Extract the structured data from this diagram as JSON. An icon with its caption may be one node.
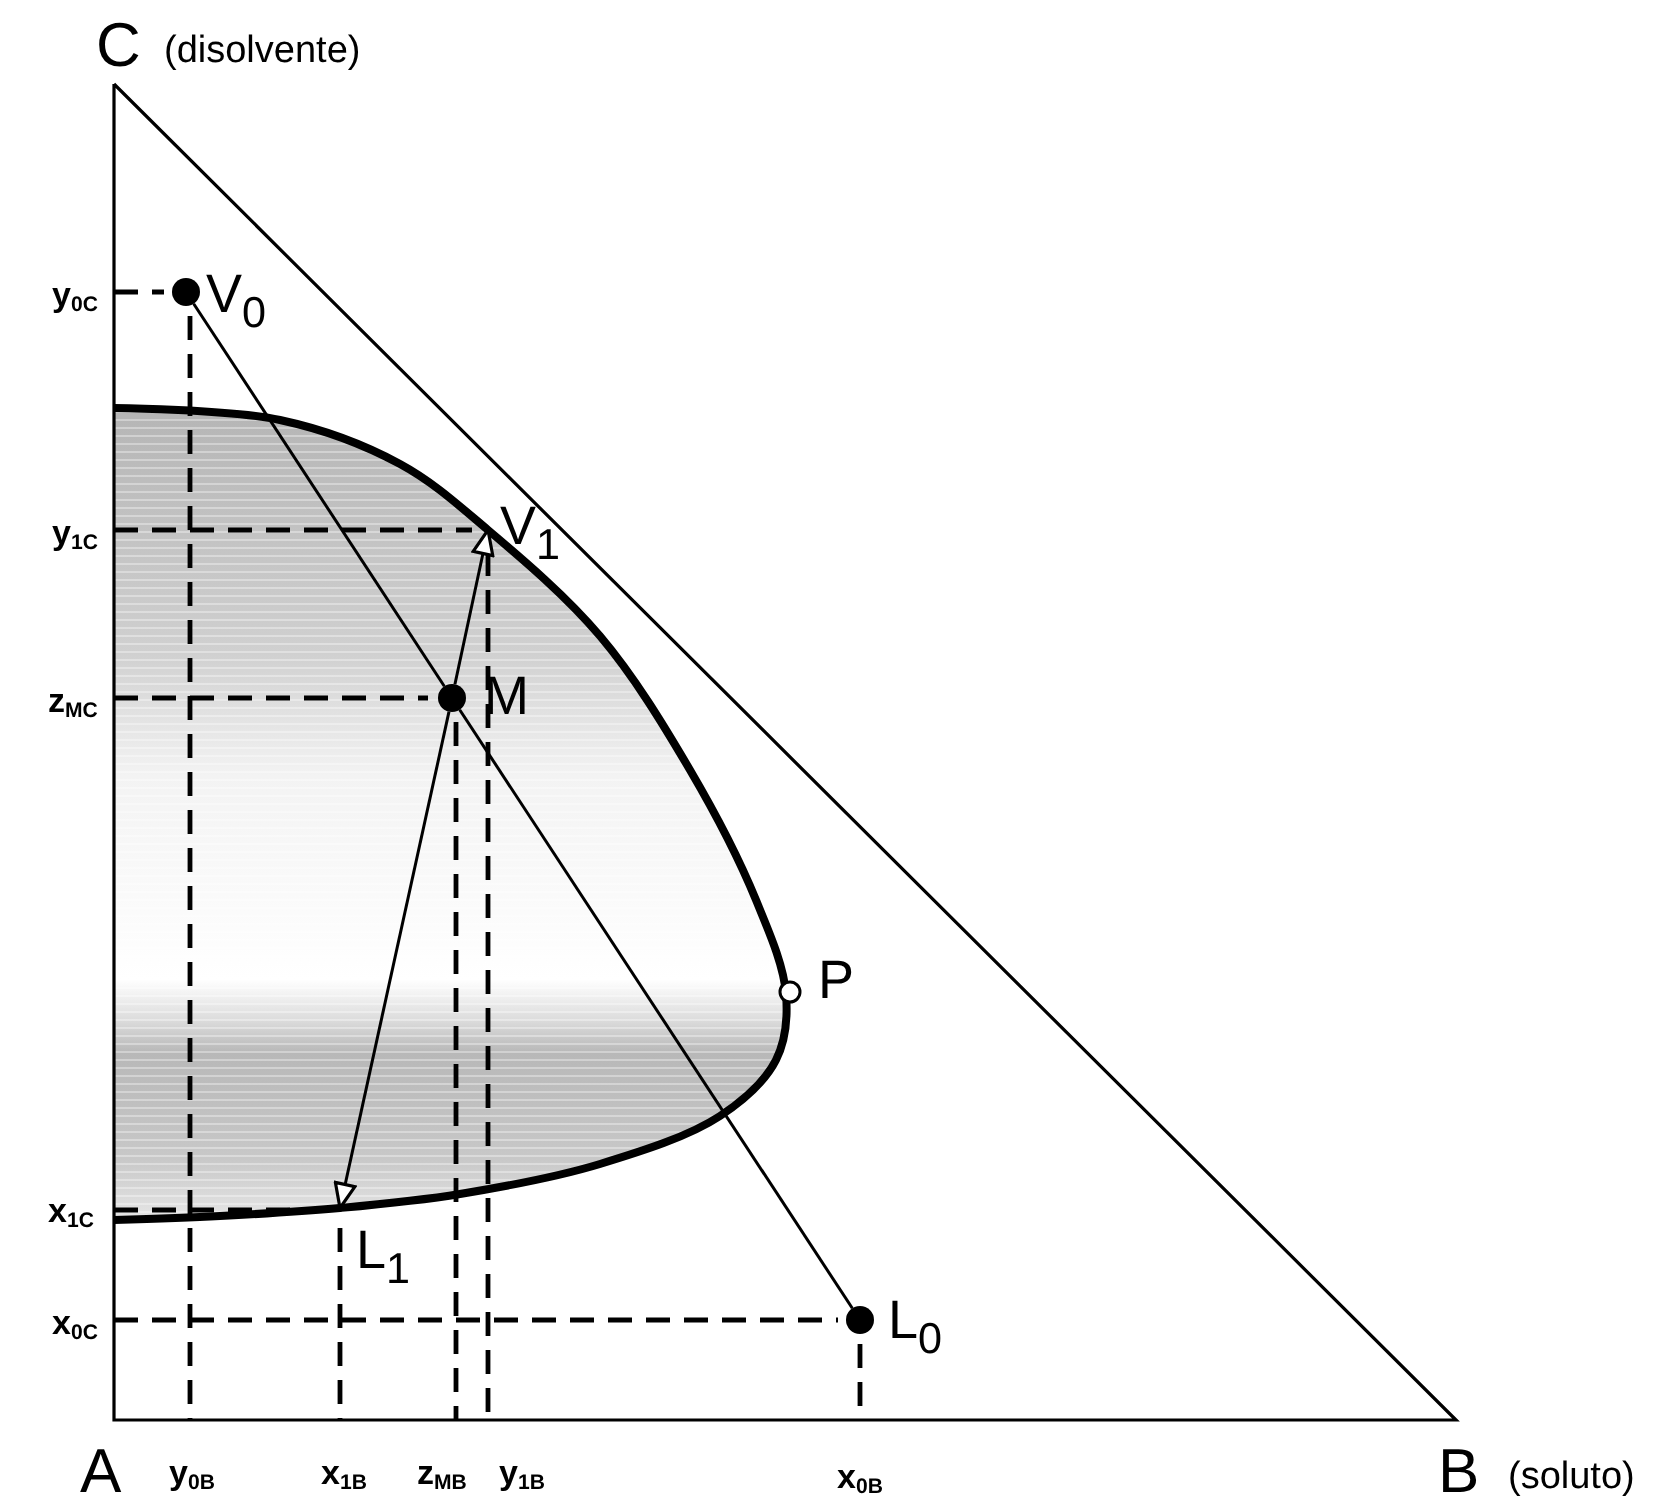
{
  "diagram": {
    "nodes": [
      {
        "text": [
          "V$_{0}$"
        ]
      },
      {
        "text": [
          "V$_{1}$"
        ]
      },
      {
        "text": [
          "M"
        ]
      },
      {
        "text": [
          "P"
        ]
      },
      {
        "text": [
          "L$_{1}$"
        ]
      },
      {
        "text": [
          "L$_{0}$"
        ]
      }
    ],
    "edges": [
      {
        "from": 0,
        "to": 2,
        "arrow": "none"
      },
      {
        "from": 2,
        "to": 5,
        "arrow": "none"
      },
      {
        "from": 2,
        "to": 1,
        "arrow": "to"
      },
      {
        "from": 2,
        "to": 4,
        "arrow": "to"
      }
    ],
    "labels": [
      "C",
      "(disolvente)",
      "y$_{0C}$",
      "y$_{1C}$",
      "z$_{MC}$",
      "x$_{1C}$",
      "x$_{0C}$",
      "A",
      "y$_{0B}$",
      "x$_{1B}$",
      "z$_{MB}$",
      "y$_{1B}$",
      "x$_{0B}$",
      "B",
      "(soluto)"
    ]
  }
}
